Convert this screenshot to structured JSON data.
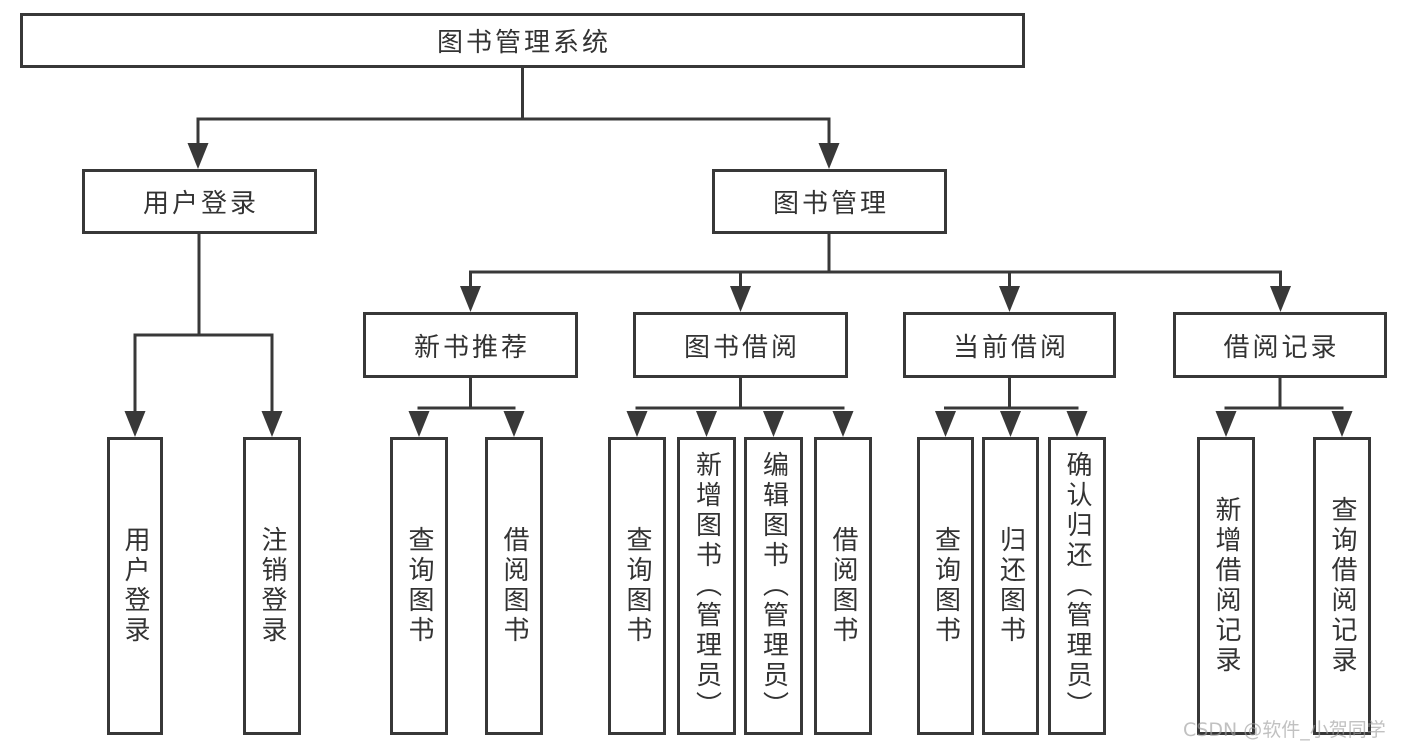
{
  "diagram": {
    "root": {
      "label": "图书管理系统"
    },
    "level2": [
      {
        "label": "用户登录"
      },
      {
        "label": "图书管理"
      }
    ],
    "level3": [
      {
        "label": "新书推荐"
      },
      {
        "label": "图书借阅"
      },
      {
        "label": "当前借阅"
      },
      {
        "label": "借阅记录"
      }
    ],
    "leaves": {
      "user_login": [
        "用户登录",
        "注销登录"
      ],
      "new_book": [
        "查询图书",
        "借阅图书"
      ],
      "book_borrow": [
        "查询图书",
        "新增图书（管理员）",
        "编辑图书（管理员）",
        "借阅图书"
      ],
      "current_borrow": [
        "查询图书",
        "归还图书",
        "确认归还（管理员）"
      ],
      "borrow_record": [
        "新增借阅记录",
        "查询借阅记录"
      ]
    }
  },
  "watermark": {
    "text": "CSDN @软件_小贺同学"
  },
  "colors": {
    "line": "#383838",
    "box_border": "#383838",
    "text": "#333333",
    "background": "#ffffff",
    "watermark": "#c6c6c6"
  }
}
